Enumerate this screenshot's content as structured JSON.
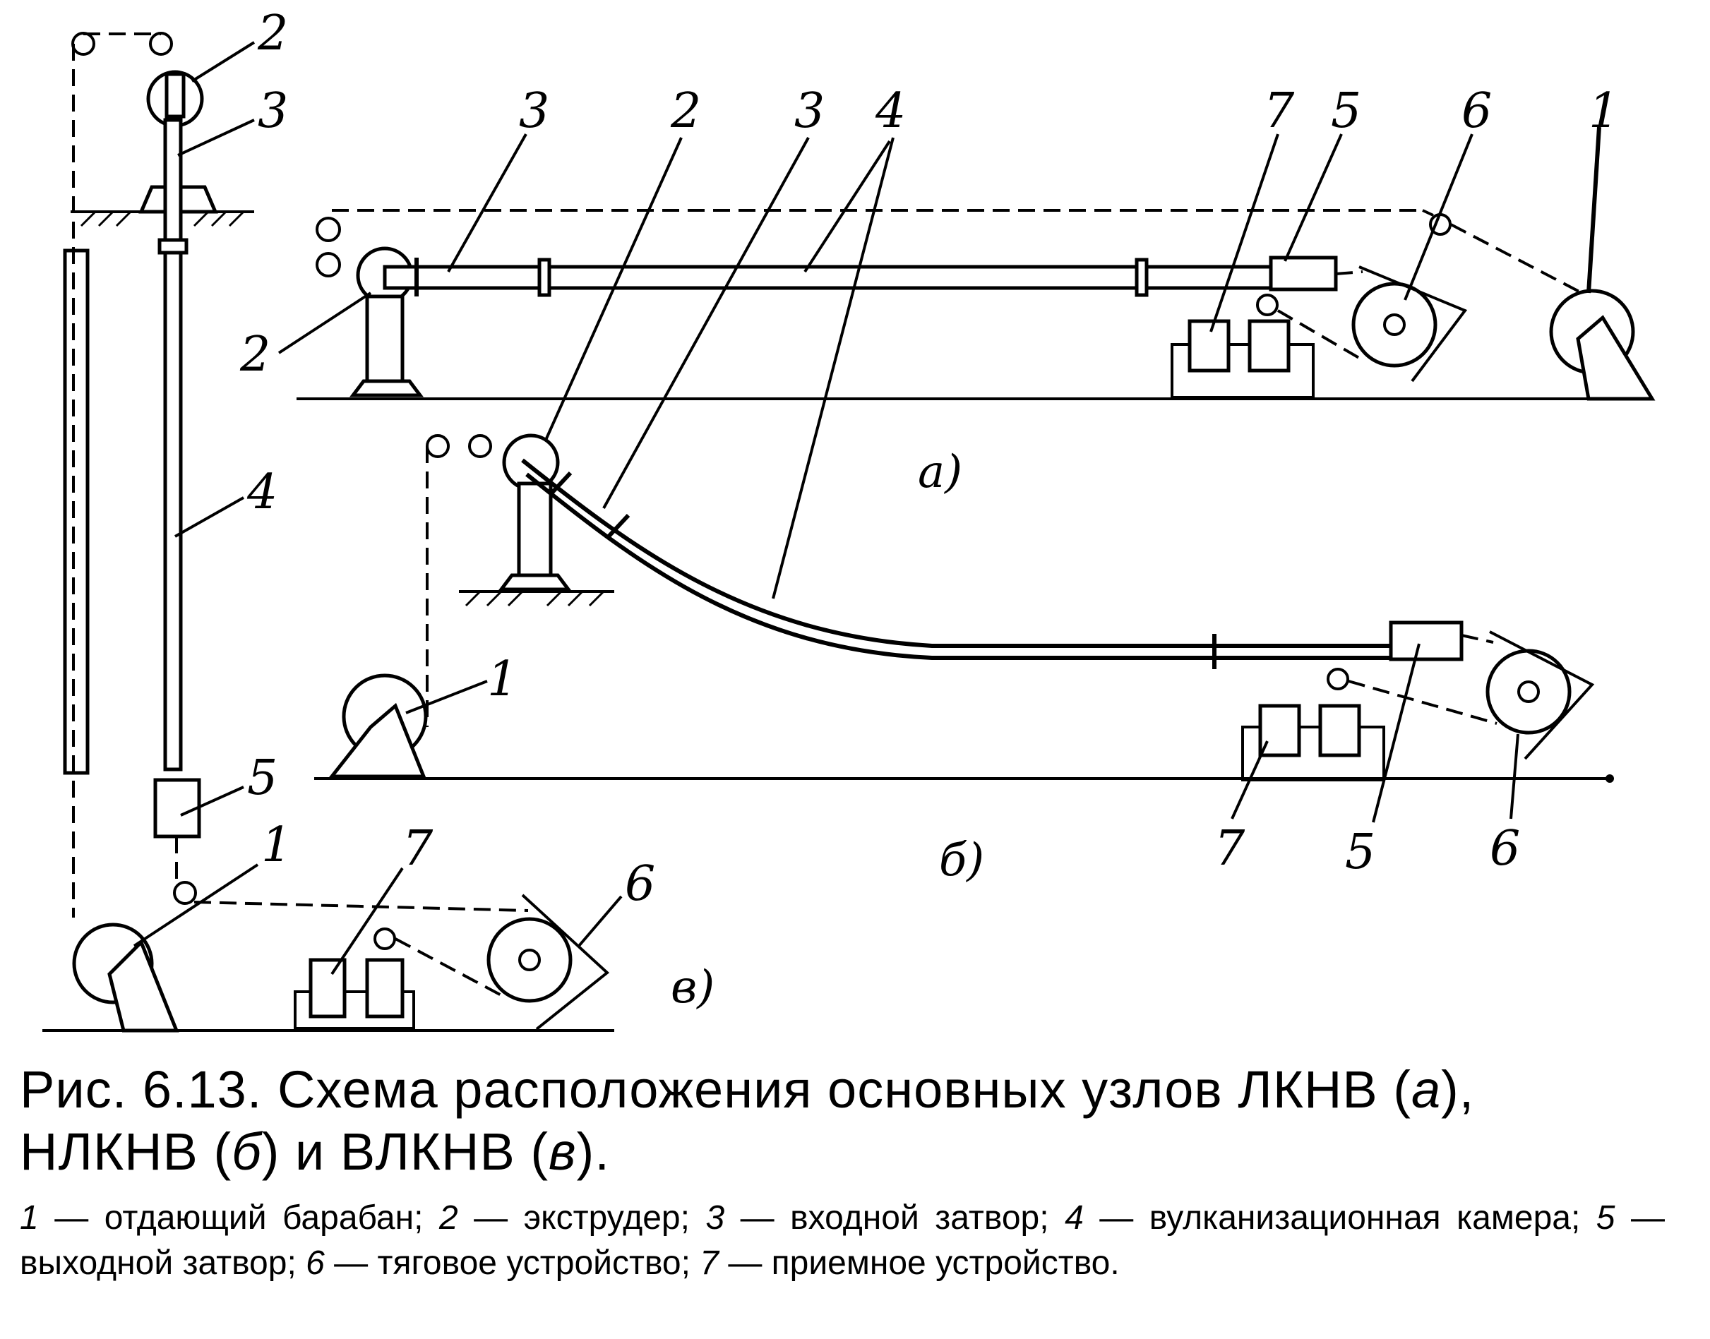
{
  "diagram": {
    "labels": {
      "n1": "1",
      "n2": "2",
      "n3": "3",
      "n4": "4",
      "n5": "5",
      "n6": "6",
      "n7": "7"
    },
    "subfigures": {
      "a": "а)",
      "b": "б)",
      "c": "в)"
    }
  },
  "caption": {
    "title_prefix": "Рис. 6.13. Схема расположения основных узлов ЛКНВ (",
    "title_a": "а",
    "title_mid1": "), НЛКНВ (",
    "title_b": "б",
    "title_mid2": ") и ВЛКНВ (",
    "title_c": "в",
    "title_end": ").",
    "legend": [
      {
        "num": "1",
        "text": " — отдающий барабан; "
      },
      {
        "num": "2",
        "text": " — экструдер; "
      },
      {
        "num": "3",
        "text": " — входной затвор; "
      },
      {
        "num": "4",
        "text": " — вулканизационная камера; "
      },
      {
        "num": "5",
        "text": " — выходной затвор; "
      },
      {
        "num": "6",
        "text": " — тяговое устройство; "
      },
      {
        "num": "7",
        "text": " — приемное устройство."
      }
    ]
  }
}
